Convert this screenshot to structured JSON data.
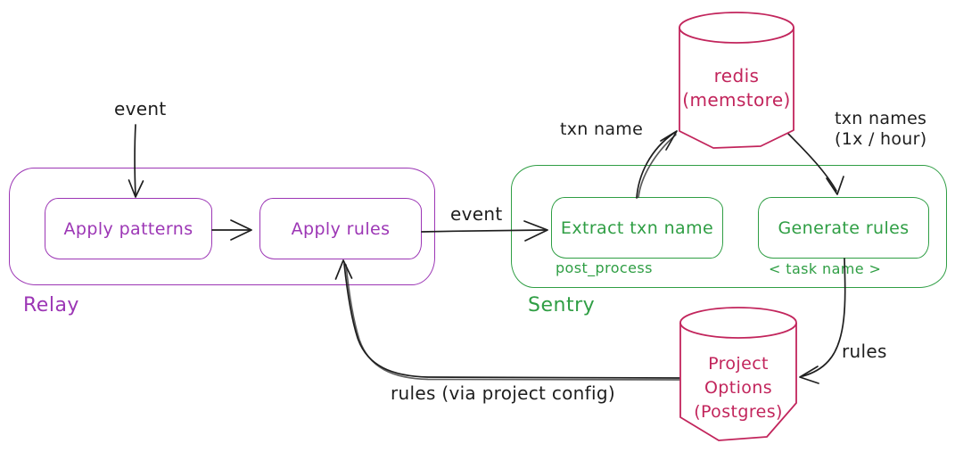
{
  "colors": {
    "purple": "#9c36b5",
    "green": "#2f9e44",
    "crimson": "#c2255c",
    "ink": "#1e1e1e",
    "background": "#ffffff"
  },
  "relay": {
    "label": "Relay",
    "nodes": {
      "apply_patterns": "Apply patterns",
      "apply_rules": "Apply rules"
    }
  },
  "sentry": {
    "label": "Sentry",
    "nodes": {
      "extract_txn_name": "Extract txn name",
      "extract_txn_name_subtitle": "post_process",
      "generate_rules": "Generate rules",
      "generate_rules_subtitle": "< task name >"
    }
  },
  "datastores": {
    "redis": {
      "line1": "redis",
      "line2": "(memstore)"
    },
    "project_options": {
      "line1": "Project",
      "line2": "Options",
      "line3": "(Postgres)"
    }
  },
  "edge_labels": {
    "event_in": "event",
    "event_relay_to_sentry": "event",
    "txn_name": "txn name",
    "txn_names_line1": "txn names",
    "txn_names_line2": "(1x / hour)",
    "rules": "rules",
    "rules_via_project_config": "rules (via project config)"
  }
}
